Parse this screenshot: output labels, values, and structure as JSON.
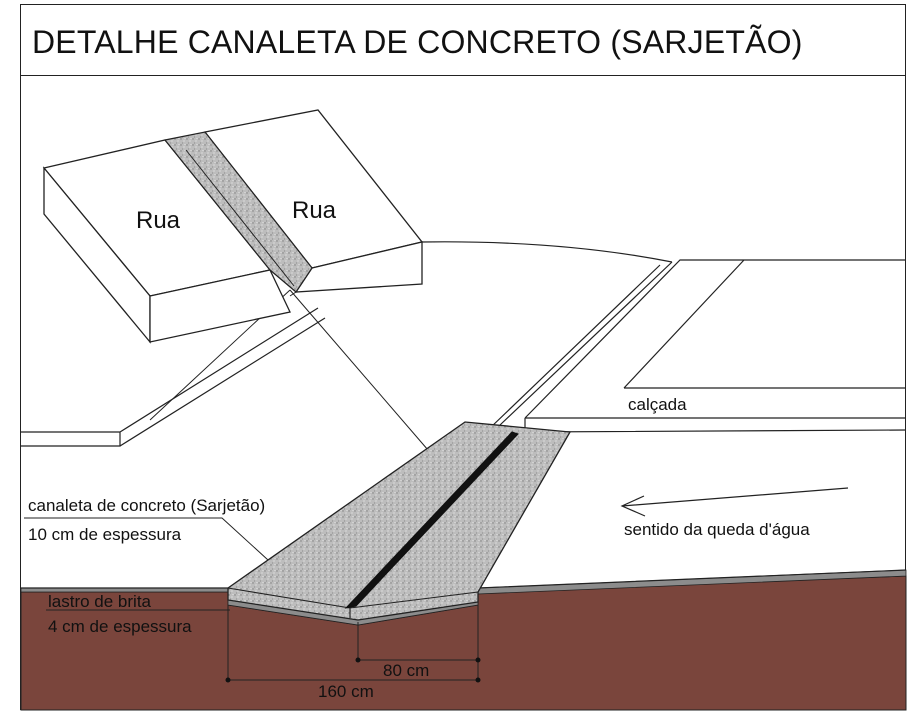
{
  "title": "DETALHE CANALETA DE CONCRETO (SARJETÃO)",
  "labels": {
    "road_left": "Rua",
    "road_right": "Rua",
    "sidewalk": "calçada",
    "channel_name": "canaleta de concreto (Sarjetão)",
    "channel_thickness": "10 cm de espessura",
    "gravel_name": "lastro de brita",
    "gravel_thickness": "4 cm de espessura",
    "flow_direction": "sentido da queda d'água",
    "dim_half": "80 cm",
    "dim_full": "160 cm"
  },
  "colors": {
    "soil": "#7a453c",
    "concrete": "#b9b9b9",
    "gravel_layer": "#8c8c8c",
    "line": "#222222"
  }
}
